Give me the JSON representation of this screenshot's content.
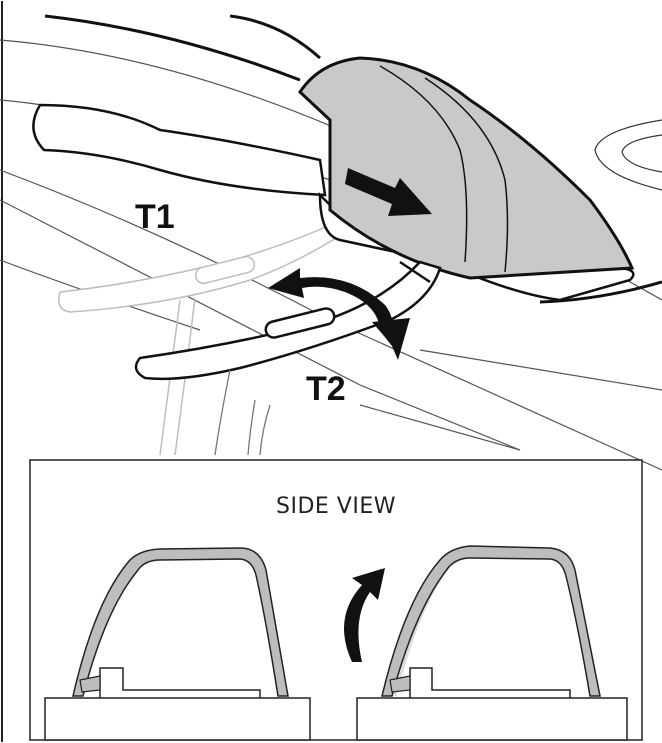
{
  "labels": {
    "t1": "T1",
    "t2": "T2",
    "inset_title": "SIDE VIEW"
  },
  "colors": {
    "line": "#111111",
    "light_line": "#b0b0b0",
    "faint_line": "#cfcfcf",
    "foot_fill": "#c9c9c9",
    "arm_fill": "#bdbdbd",
    "arrow_fill": "#111111",
    "background": "#ffffff"
  },
  "icons": {
    "push_arrow": "arrow-right-icon",
    "rotate_arrow": "curved-double-arrow-icon",
    "lift_arrow": "curved-up-arrow-icon"
  }
}
